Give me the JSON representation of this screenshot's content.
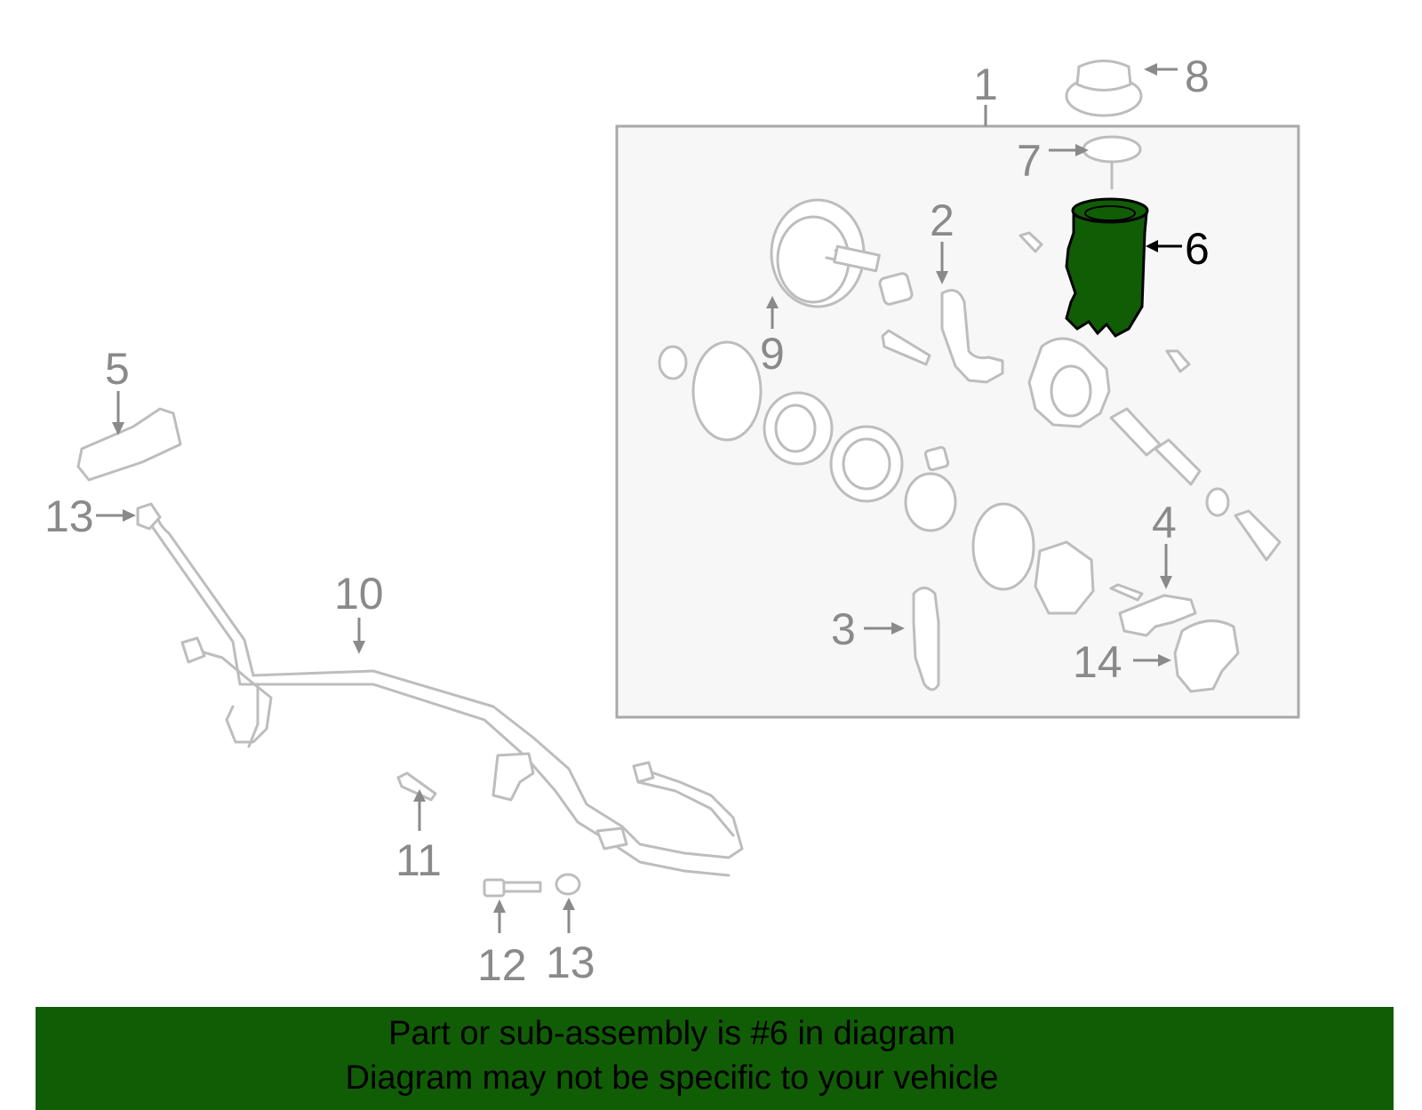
{
  "callouts": {
    "c1": "1",
    "c2": "2",
    "c3": "3",
    "c4": "4",
    "c5": "5",
    "c6": "6",
    "c7": "7",
    "c8": "8",
    "c9": "9",
    "c10": "10",
    "c11": "11",
    "c12": "12",
    "c13a": "13",
    "c13b": "13",
    "c14": "14"
  },
  "highlight_part": "6",
  "colors": {
    "highlight": "#115d06",
    "banner": "#115d06",
    "linework": "#bdbdbd",
    "callout": "#8a8a8a",
    "box_fill": "#f7f7f7"
  },
  "banner": {
    "line1": "Part or sub-assembly is #6 in diagram",
    "line2": "Diagram may not be specific to your vehicle"
  }
}
